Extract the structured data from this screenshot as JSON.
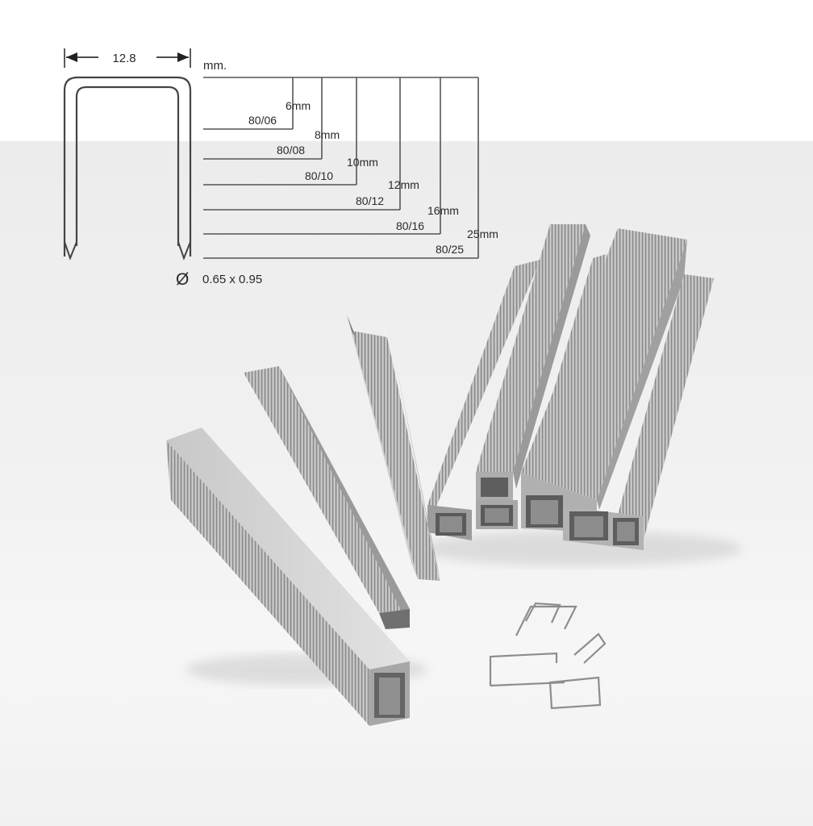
{
  "diagram": {
    "width_value": "12.8",
    "unit": "mm.",
    "diameter_symbol": "Ø",
    "wire_size": "0.65 x 0.95",
    "sizes": [
      {
        "length": "6mm",
        "code": "80/06"
      },
      {
        "length": "8mm",
        "code": "80/08"
      },
      {
        "length": "10mm",
        "code": "80/10"
      },
      {
        "length": "12mm",
        "code": "80/12"
      },
      {
        "length": "16mm",
        "code": "80/16"
      },
      {
        "length": "25mm",
        "code": "80/25"
      }
    ]
  },
  "photo": {
    "subject": "staple-strips",
    "colors": {
      "metal_light": "#d6d6d6",
      "metal_mid": "#a9a9a9",
      "metal_dark": "#6e6e6e",
      "background": "#f0f0f0"
    }
  }
}
